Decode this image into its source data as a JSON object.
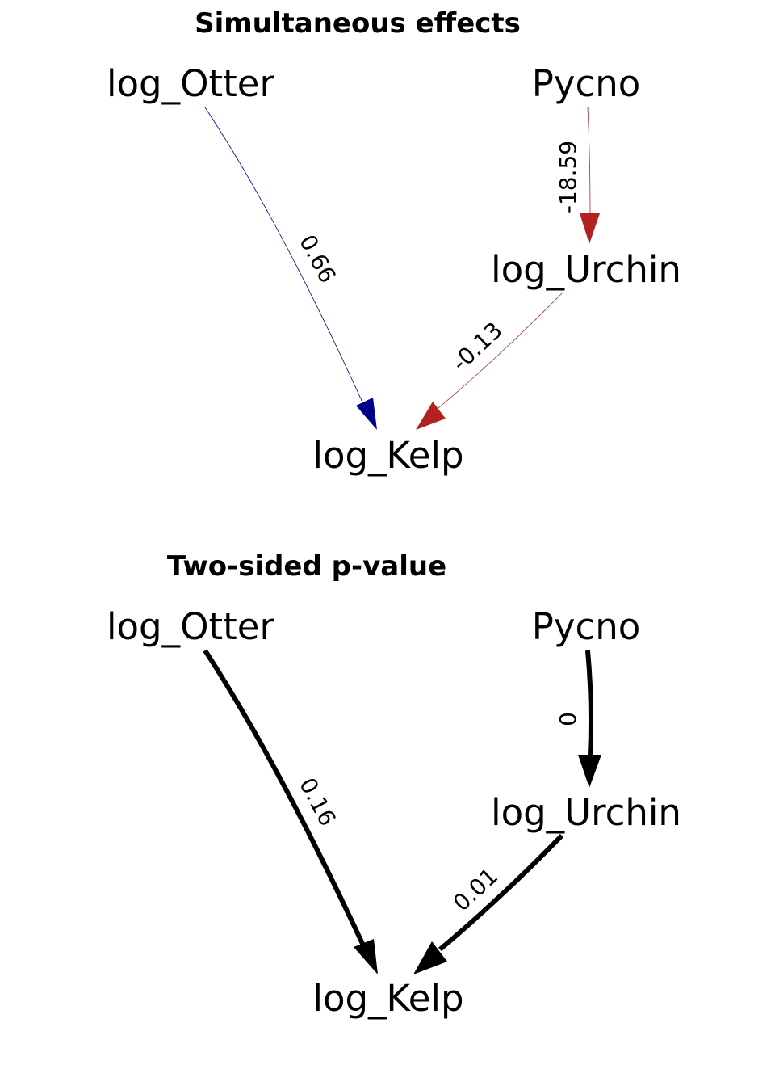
{
  "panels": [
    {
      "title": "Simultaneous effects",
      "nodes": {
        "otter": "log_Otter",
        "pycno": "Pycno",
        "urchin": "log_Urchin",
        "kelp": "log_Kelp"
      },
      "edges": [
        {
          "from": "log_Otter",
          "to": "log_Kelp",
          "label": "0.66",
          "color": "#00008B"
        },
        {
          "from": "Pycno",
          "to": "log_Urchin",
          "label": "-18.59",
          "color": "#B22222"
        },
        {
          "from": "log_Urchin",
          "to": "log_Kelp",
          "label": "-0.13",
          "color": "#B22222"
        }
      ]
    },
    {
      "title": "Two-sided p-value",
      "nodes": {
        "otter": "log_Otter",
        "pycno": "Pycno",
        "urchin": "log_Urchin",
        "kelp": "log_Kelp"
      },
      "edges": [
        {
          "from": "log_Otter",
          "to": "log_Kelp",
          "label": "0.16",
          "color": "#000000"
        },
        {
          "from": "Pycno",
          "to": "log_Urchin",
          "label": "0",
          "color": "#000000"
        },
        {
          "from": "log_Urchin",
          "to": "log_Kelp",
          "label": "0.01",
          "color": "#000000"
        }
      ]
    }
  ]
}
